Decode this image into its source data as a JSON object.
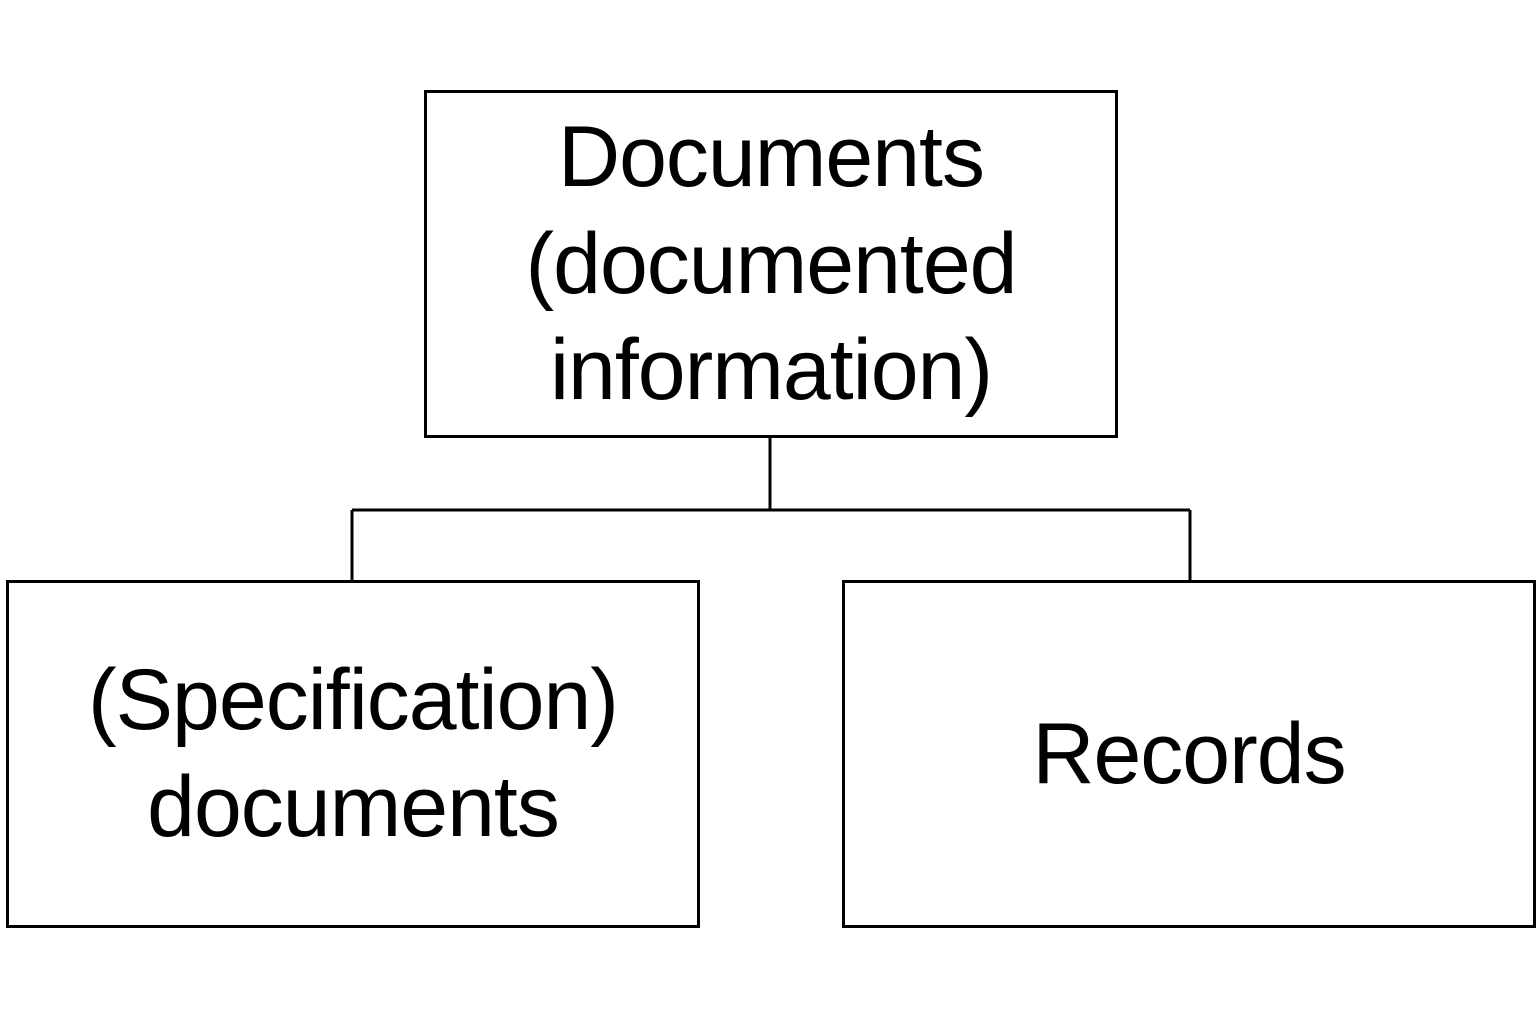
{
  "diagram": {
    "top": {
      "label": "Documents\n(documented\ninformation)"
    },
    "left": {
      "label": "(Specification)\ndocuments"
    },
    "right": {
      "label": "Records"
    }
  },
  "colors": {
    "stroke": "#000000",
    "background": "#ffffff",
    "text": "#000000"
  }
}
